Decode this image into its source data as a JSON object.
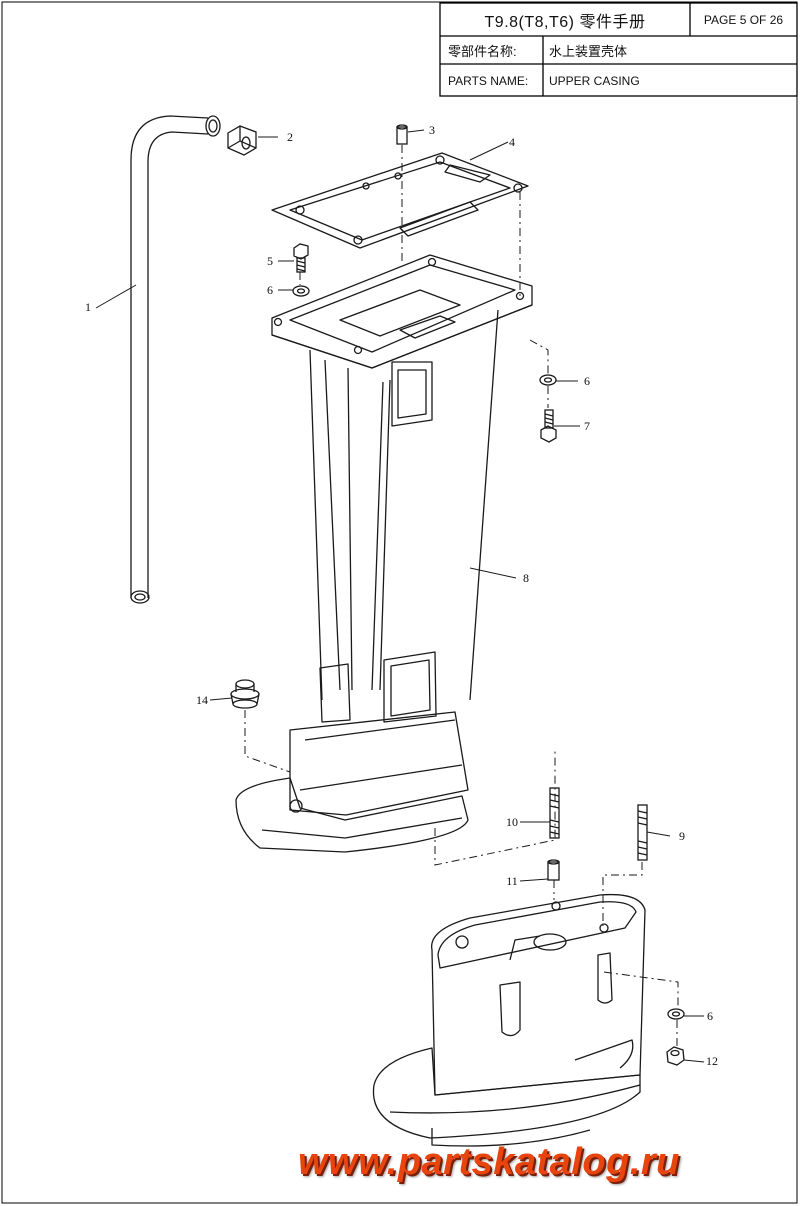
{
  "title_block": {
    "model_title": "T9.8(T8,T6) 零件手册",
    "page_label": "PAGE 5 OF 26",
    "cn_label": "零部件名称:",
    "cn_value": "水上装置壳体",
    "en_label": "PARTS NAME:",
    "en_value": "UPPER CASING"
  },
  "callouts": [
    "1",
    "2",
    "3",
    "4",
    "5",
    "6",
    "6",
    "7",
    "8",
    "14",
    "10",
    "9",
    "11",
    "6",
    "12"
  ],
  "watermark": {
    "text": "www.partskatalog.ru",
    "fill_color": "#e8450e",
    "shadow_color": "#7a1f0a"
  },
  "colors": {
    "line": "#1a1a1a",
    "border": "#000000"
  }
}
